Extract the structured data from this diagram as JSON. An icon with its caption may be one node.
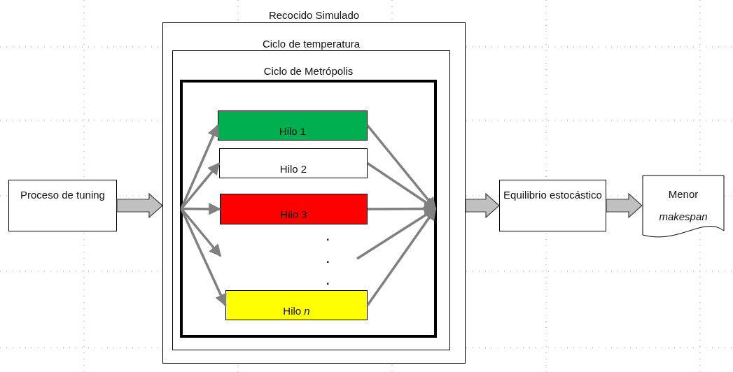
{
  "diagram": {
    "nodes": [
      {
        "text": [
          "Proceso de tuning"
        ]
      },
      {
        "text": [
          "Recocido Simulado"
        ]
      },
      {
        "text": [
          "Ciclo de temperatura"
        ],
        "in": 1
      },
      {
        "text": [
          "Ciclo de Metrópolis"
        ],
        "in": 2
      },
      {
        "text": [
          "Hilo 1"
        ],
        "in": 3
      },
      {
        "text": [
          "Hilo 2"
        ],
        "in": 3
      },
      {
        "text": [
          "Hilo 3"
        ],
        "in": 3
      },
      {
        "text": [
          "Hilo *n*"
        ],
        "in": 3
      },
      {
        "text": [
          "Equilibrio estocástico"
        ]
      },
      {
        "text": [
          "Menor *makespan*"
        ]
      }
    ],
    "edges": [
      {
        "from": 0,
        "to": 1,
        "arrow": "to",
        "style": "thick",
        "color": "#c0c0c0"
      },
      {
        "from": 3,
        "to": 4,
        "arrow": "to"
      },
      {
        "from": 3,
        "to": 5,
        "arrow": "to"
      },
      {
        "from": 3,
        "to": 6,
        "arrow": "to"
      },
      {
        "from": 3,
        "to": null,
        "arrow": "to"
      },
      {
        "from": 3,
        "to": 7,
        "arrow": "to"
      },
      {
        "from": 4,
        "to": 3,
        "arrow": "to"
      },
      {
        "from": 5,
        "to": 3,
        "arrow": "to"
      },
      {
        "from": 6,
        "to": 3,
        "arrow": "to"
      },
      {
        "from": null,
        "to": 3,
        "arrow": "to"
      },
      {
        "from": 7,
        "to": 3,
        "arrow": "to"
      },
      {
        "from": 1,
        "to": 8,
        "arrow": "to",
        "style": "thick",
        "color": "#c0c0c0"
      },
      {
        "from": 8,
        "to": 9,
        "arrow": "to",
        "style": "thick",
        "color": "#c0c0c0"
      }
    ],
    "labels": [
      ".",
      ".",
      "."
    ]
  }
}
